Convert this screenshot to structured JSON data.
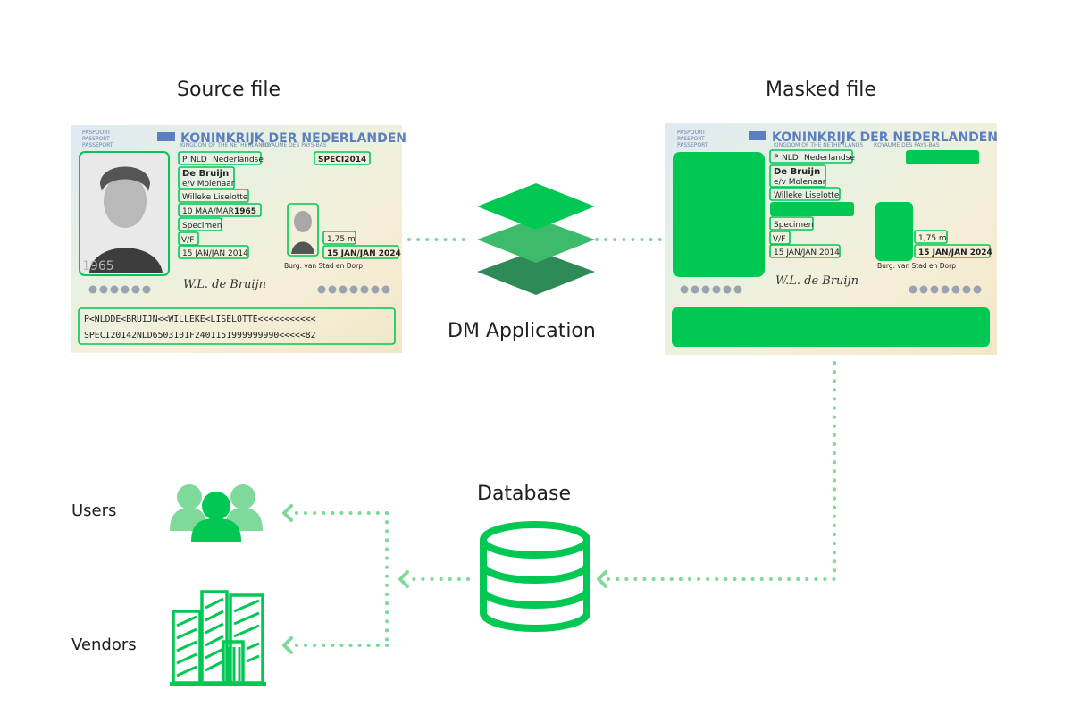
{
  "headings": {
    "source_file": "Source file",
    "masked_file": "Masked file",
    "dm_application": "DM Application",
    "database": "Database",
    "users": "Users",
    "vendors": "Vendors"
  },
  "colors": {
    "accent": "#00c853",
    "accent_light": "#7ed99a",
    "accent_mid": "#3dbb6a",
    "accent_dark": "#2e8b57",
    "text": "#1f1f1f"
  },
  "passport": {
    "doc_type": "PASPOORT",
    "doc_type_2": "PASSPORT",
    "doc_type_3": "PASSEPORT",
    "country_title": "KONINKRIJK DER NEDERLANDEN",
    "country_sub_en": "KINGDOM OF THE NETHERLANDS",
    "country_sub_fr": "ROYAUME DES PAYS-BAS",
    "type_code": "P",
    "state_code": "NLD",
    "nationality": "Nederlandse",
    "doc_number": "SPECI2014",
    "surname": "De Bruijn",
    "spouse": "e/v Molenaar",
    "given_names": "Willeke Liselotte",
    "birth_date_prefix": "10 MAA/MAR",
    "birth_year": "1965",
    "birth_place": "Specimen",
    "sex": "V/F",
    "height": "1,75 m",
    "issue_date": "15 JAN/JAN 2014",
    "expiry_date": "15 JAN/JAN 2024",
    "authority": "Burg. van Stad en Dorp",
    "signature": "W.L. de Bruijn",
    "mrz_line_1": "P<NLDDE<BRUIJN<<WILLEKE<LISELOTTE<<<<<<<<<<<",
    "mrz_line_2": "SPECI20142NLD6503101F2401151999999990<<<<<82"
  }
}
